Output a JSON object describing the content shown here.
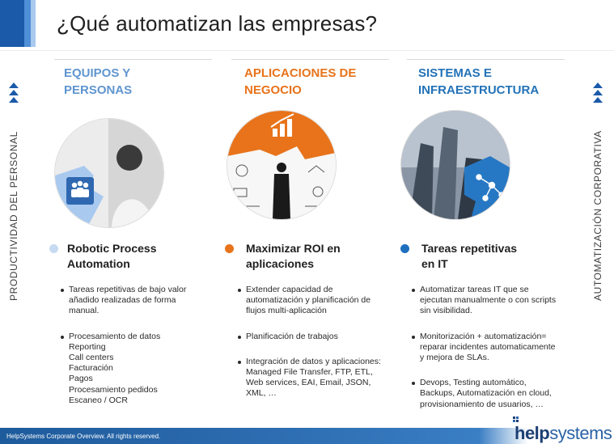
{
  "slide": {
    "title": "¿Qué automatizan las empresas?",
    "left_axis_label": "PRODUCTIVIDAD DEL PERSONAL",
    "right_axis_label": "AUTOMATIZACIÓN CORPORATIVA",
    "footer_text": "HelpSystems Corporate Overview. All rights reserved.",
    "logo": {
      "part1": "help",
      "part2": "systems"
    }
  },
  "colors": {
    "col1_accent": "#5f95cf",
    "col2_accent": "#e8731b",
    "col3_accent": "#2272b8",
    "footer_bar": "#1e5b9c",
    "arrow": "#1a5aa8"
  },
  "columns": [
    {
      "heading": [
        "EQUIPOS Y",
        "PERSONAS"
      ],
      "image_icon": "team-people-icon",
      "subtitle": [
        "Robotic Process",
        "Automation"
      ],
      "bullets": [
        [
          "Tareas repetitivas de bajo valor",
          "añadido realizadas de forma",
          "manual."
        ],
        [
          "Procesamiento de datos",
          "Reporting",
          "Call centers",
          "Facturación",
          "Pagos",
          "Procesamiento pedidos",
          "Escaneo / OCR"
        ]
      ]
    },
    {
      "heading": [
        "APLICACIONES DE",
        "NEGOCIO"
      ],
      "image_icon": "growth-chart-icon",
      "subtitle": [
        "Maximizar ROI en",
        "aplicaciones"
      ],
      "bullets": [
        [
          "Extender capacidad de",
          "automatización y planificación de",
          "flujos multi-aplicación"
        ],
        [
          "Planificación de trabajos"
        ],
        [
          "Integración de datos y aplicaciones:",
          "Managed File Transfer, FTP, ETL,",
          "Web services, EAI, Email, JSON,",
          "XML, …"
        ]
      ]
    },
    {
      "heading": [
        "SISTEMAS E",
        "INFRAESTRUCTURA"
      ],
      "image_icon": "network-nodes-icon",
      "subtitle": [
        "Tareas repetitivas",
        "en IT"
      ],
      "bullets": [
        [
          "Automatizar tareas IT que se",
          "ejecutan manualmente o con scripts",
          "sin visibilidad."
        ],
        [
          "Monitorización + automatización=",
          "reparar incidentes automaticamente",
          "y mejora de SLAs."
        ],
        [
          "Devops, Testing automático,",
          "Backups, Automatización en cloud,",
          "provisionamiento de usuarios, …"
        ]
      ]
    }
  ]
}
